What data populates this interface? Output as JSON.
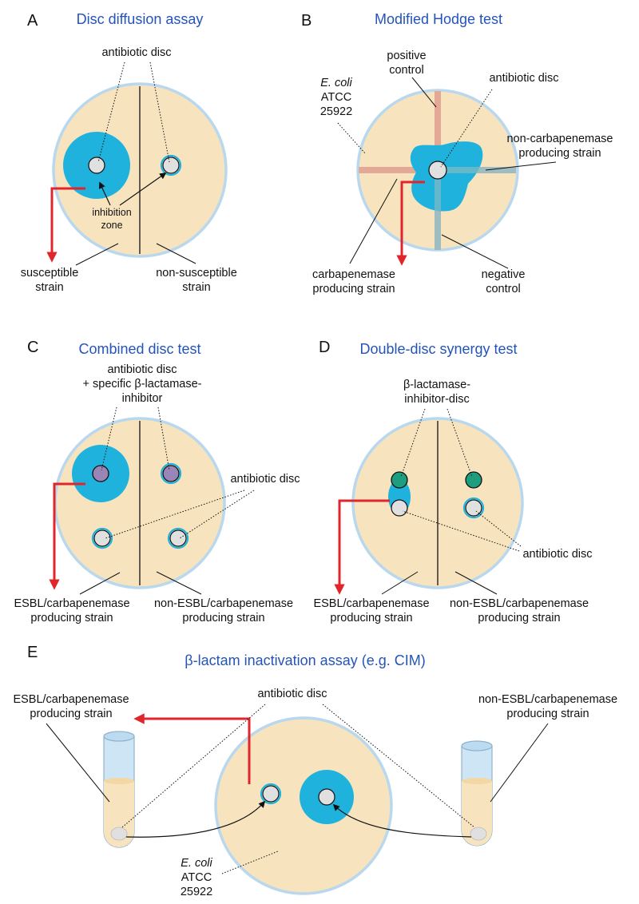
{
  "colors": {
    "agar": "#f7e4bf",
    "plate_rim": "#b9d8ee",
    "zone": "#1fb2dc",
    "disc": "#e0e0e0",
    "inhibitor_disc_purple": "#9a86b6",
    "inhibitor_disc_green": "#1d9f7f",
    "arrow": "#e0262c",
    "title": "#2454b8",
    "streak": "#e3a996",
    "streak_neg": "#9fbcc0",
    "tube_glass": "#cde5f5"
  },
  "panel_a": {
    "letter": "A",
    "title": "Disc diffusion assay",
    "antibiotic_disc": "antibiotic disc",
    "inhibition_zone": [
      "inhibition",
      "zone"
    ],
    "susceptible": [
      "susceptible",
      "strain"
    ],
    "non_susceptible": [
      "non-susceptible",
      "strain"
    ]
  },
  "panel_b": {
    "letter": "B",
    "title": "Modified Hodge test",
    "positive_control": [
      "positive",
      "control"
    ],
    "antibiotic_disc": "antibiotic disc",
    "ecoli": [
      "E. coli",
      "ATCC",
      "25922"
    ],
    "non_carbapenemase": [
      "non-carbapenemase",
      "producing strain"
    ],
    "carbapenemase": [
      "carbapenemase",
      "producing strain"
    ],
    "negative_control": [
      "negative",
      "control"
    ]
  },
  "panel_c": {
    "letter": "C",
    "title": "Combined disc test",
    "inhibitor_disc": [
      "antibiotic disc",
      "+ specific β-lactamase-",
      "inhibitor"
    ],
    "antibiotic_disc": "antibiotic disc",
    "esbl": [
      "ESBL/carbapenemase",
      "producing strain"
    ],
    "non_esbl": [
      "non-ESBL/carbapenemase",
      "producing strain"
    ]
  },
  "panel_d": {
    "letter": "D",
    "title": "Double-disc synergy test",
    "inhibitor_disc": [
      "β-lactamase-",
      "inhibitor-disc"
    ],
    "antibiotic_disc": "antibiotic disc",
    "esbl": [
      "ESBL/carbapenemase",
      "producing strain"
    ],
    "non_esbl": [
      "non-ESBL/carbapenemase",
      "producing strain"
    ]
  },
  "panel_e": {
    "letter": "E",
    "title": "β-lactam inactivation assay (e.g. CIM)",
    "antibiotic_disc": "antibiotic disc",
    "esbl": [
      "ESBL/carbapenemase",
      "producing strain"
    ],
    "non_esbl": [
      "non-ESBL/carbapenemase",
      "producing strain"
    ],
    "ecoli": [
      "E. coli",
      "ATCC",
      "25922"
    ]
  }
}
